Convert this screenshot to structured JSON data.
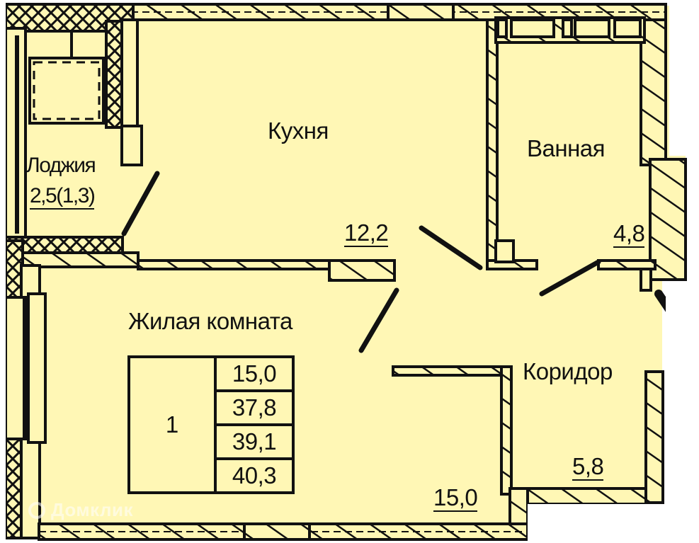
{
  "plan": {
    "background_color": "#fff7b5",
    "wall_color": "#111111",
    "rooms": [
      {
        "id": "loggia",
        "name": "Лоджия",
        "area": "2,5(1,3)"
      },
      {
        "id": "kitchen",
        "name": "Кухня",
        "area": "12,2"
      },
      {
        "id": "bathroom",
        "name": "Ванная",
        "area": "4,8"
      },
      {
        "id": "living",
        "name": "Жилая комната",
        "area": "15,0"
      },
      {
        "id": "corridor",
        "name": "Коридор",
        "area": "5,8"
      }
    ]
  },
  "legend": {
    "rooms_count": "1",
    "values": [
      "15,0",
      "37,8",
      "39,1",
      "40,3"
    ]
  },
  "watermark": {
    "text": "Домклик",
    "icon": "domclick-logo-icon"
  }
}
